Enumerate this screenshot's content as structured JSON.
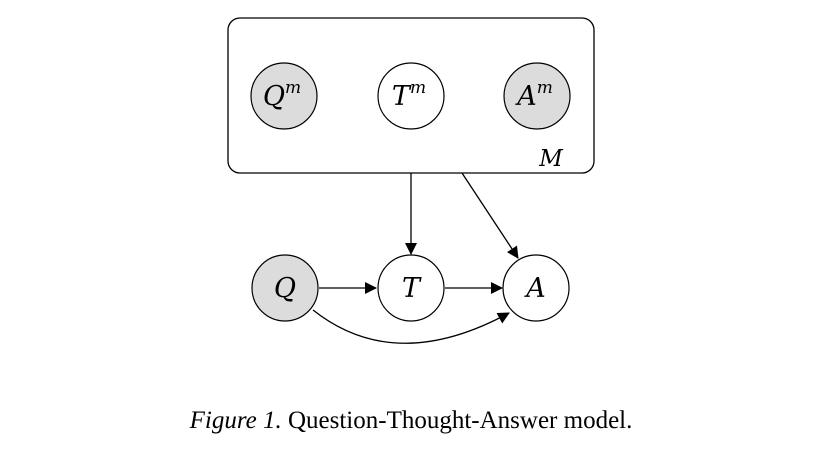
{
  "diagram": {
    "plate": {
      "label": "M",
      "nodes": [
        {
          "id": "Qm",
          "base": "Q",
          "sup": "m",
          "observed": true
        },
        {
          "id": "Tm",
          "base": "T",
          "sup": "m",
          "observed": false
        },
        {
          "id": "Am",
          "base": "A",
          "sup": "m",
          "observed": true
        }
      ]
    },
    "nodes": [
      {
        "id": "Q",
        "base": "Q",
        "observed": true
      },
      {
        "id": "T",
        "base": "T",
        "observed": false
      },
      {
        "id": "A",
        "base": "A",
        "observed": false
      }
    ],
    "edges": [
      {
        "from": "M",
        "to": "T"
      },
      {
        "from": "M",
        "to": "A"
      },
      {
        "from": "Q",
        "to": "T"
      },
      {
        "from": "T",
        "to": "A"
      },
      {
        "from": "Q",
        "to": "A"
      }
    ],
    "colors": {
      "observed_fill": "#dcdcdc",
      "latent_fill": "#ffffff",
      "stroke": "#000000"
    }
  },
  "caption": {
    "prefix": "Figure 1.",
    "text": " Question-Thought-Answer model."
  }
}
